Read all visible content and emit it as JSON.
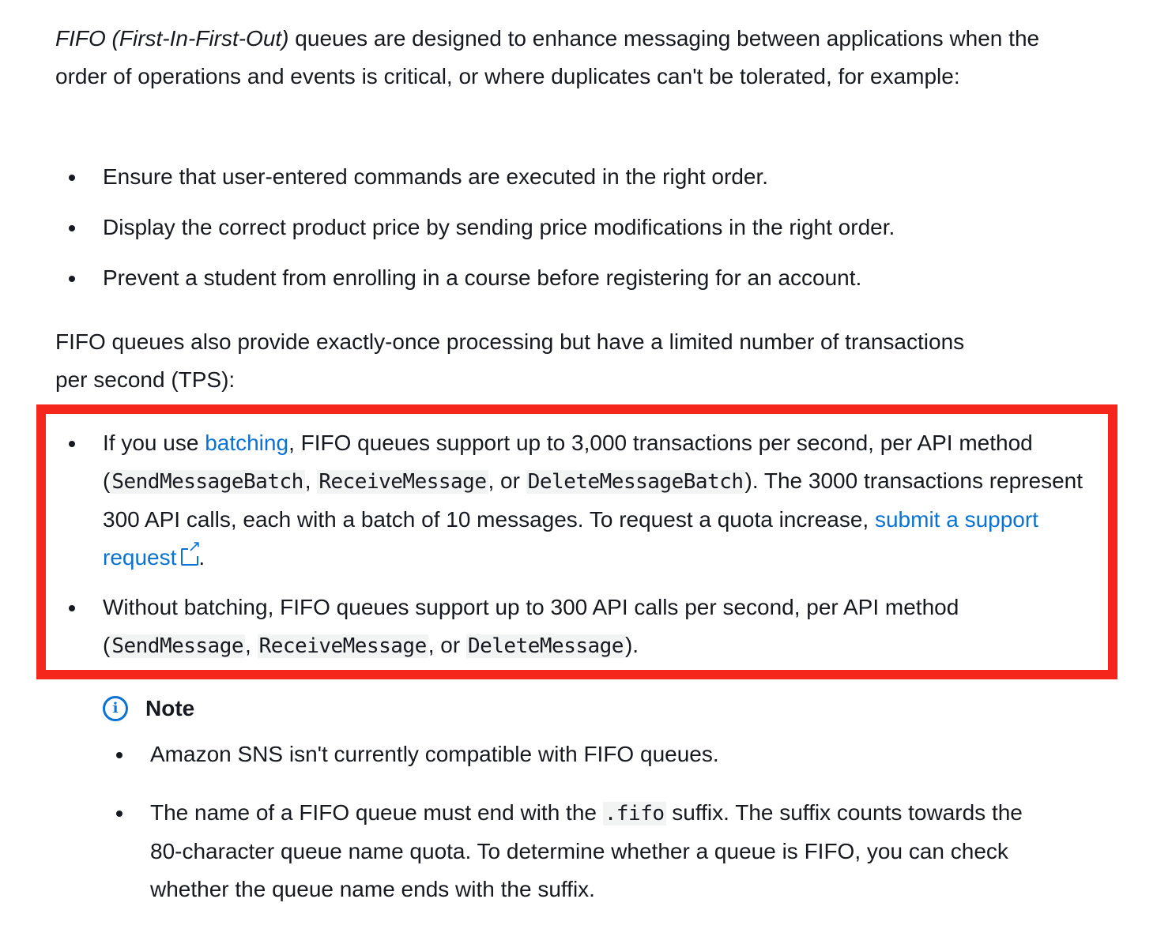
{
  "intro": {
    "term": "FIFO (First-In-First-Out)",
    "text": " queues are designed to enhance messaging between applications when the order of operations and events is critical, or where duplicates can't be tolerated, for example:"
  },
  "examples": [
    "Ensure that user-entered commands are executed in the right order.",
    "Display the correct product price by sending price modifications in the right order.",
    "Prevent a student from enrolling in a course before registering for an account."
  ],
  "tps_intro": "FIFO queues also provide exactly-once processing but have a limited number of transactions per second (TPS):",
  "highlight": {
    "color": "#f5261b",
    "item1": {
      "t1": "If you use ",
      "link1": "batching",
      "t2": ", FIFO queues support up to 3,000 transactions per second, per API method (",
      "c1": "SendMessageBatch",
      "t3": ", ",
      "c2": "ReceiveMessage",
      "t4": ", or ",
      "c3": "DeleteMessageBatch",
      "t5": "). The 3000 transactions represent 300 API calls, each with a batch of 10 messages. To request a quota increase, ",
      "link2": "submit a support request",
      "t6": "."
    },
    "item2": {
      "t1": "Without batching, FIFO queues support up to 300 API calls per second, per API method (",
      "c1": "SendMessage",
      "t2": ", ",
      "c2": "ReceiveMessage",
      "t3": ", or ",
      "c3": "DeleteMessage",
      "t4": ")."
    }
  },
  "note": {
    "title": "Note",
    "icon": "info-icon",
    "item1": "Amazon SNS isn't currently compatible with FIFO queues.",
    "item2": {
      "t1": "The name of a FIFO queue must end with the ",
      "code": ".fifo",
      "t2": " suffix. The suffix counts towards the 80-character queue name quota. To determine whether a queue is FIFO, you can check whether the queue name ends with the suffix."
    }
  }
}
